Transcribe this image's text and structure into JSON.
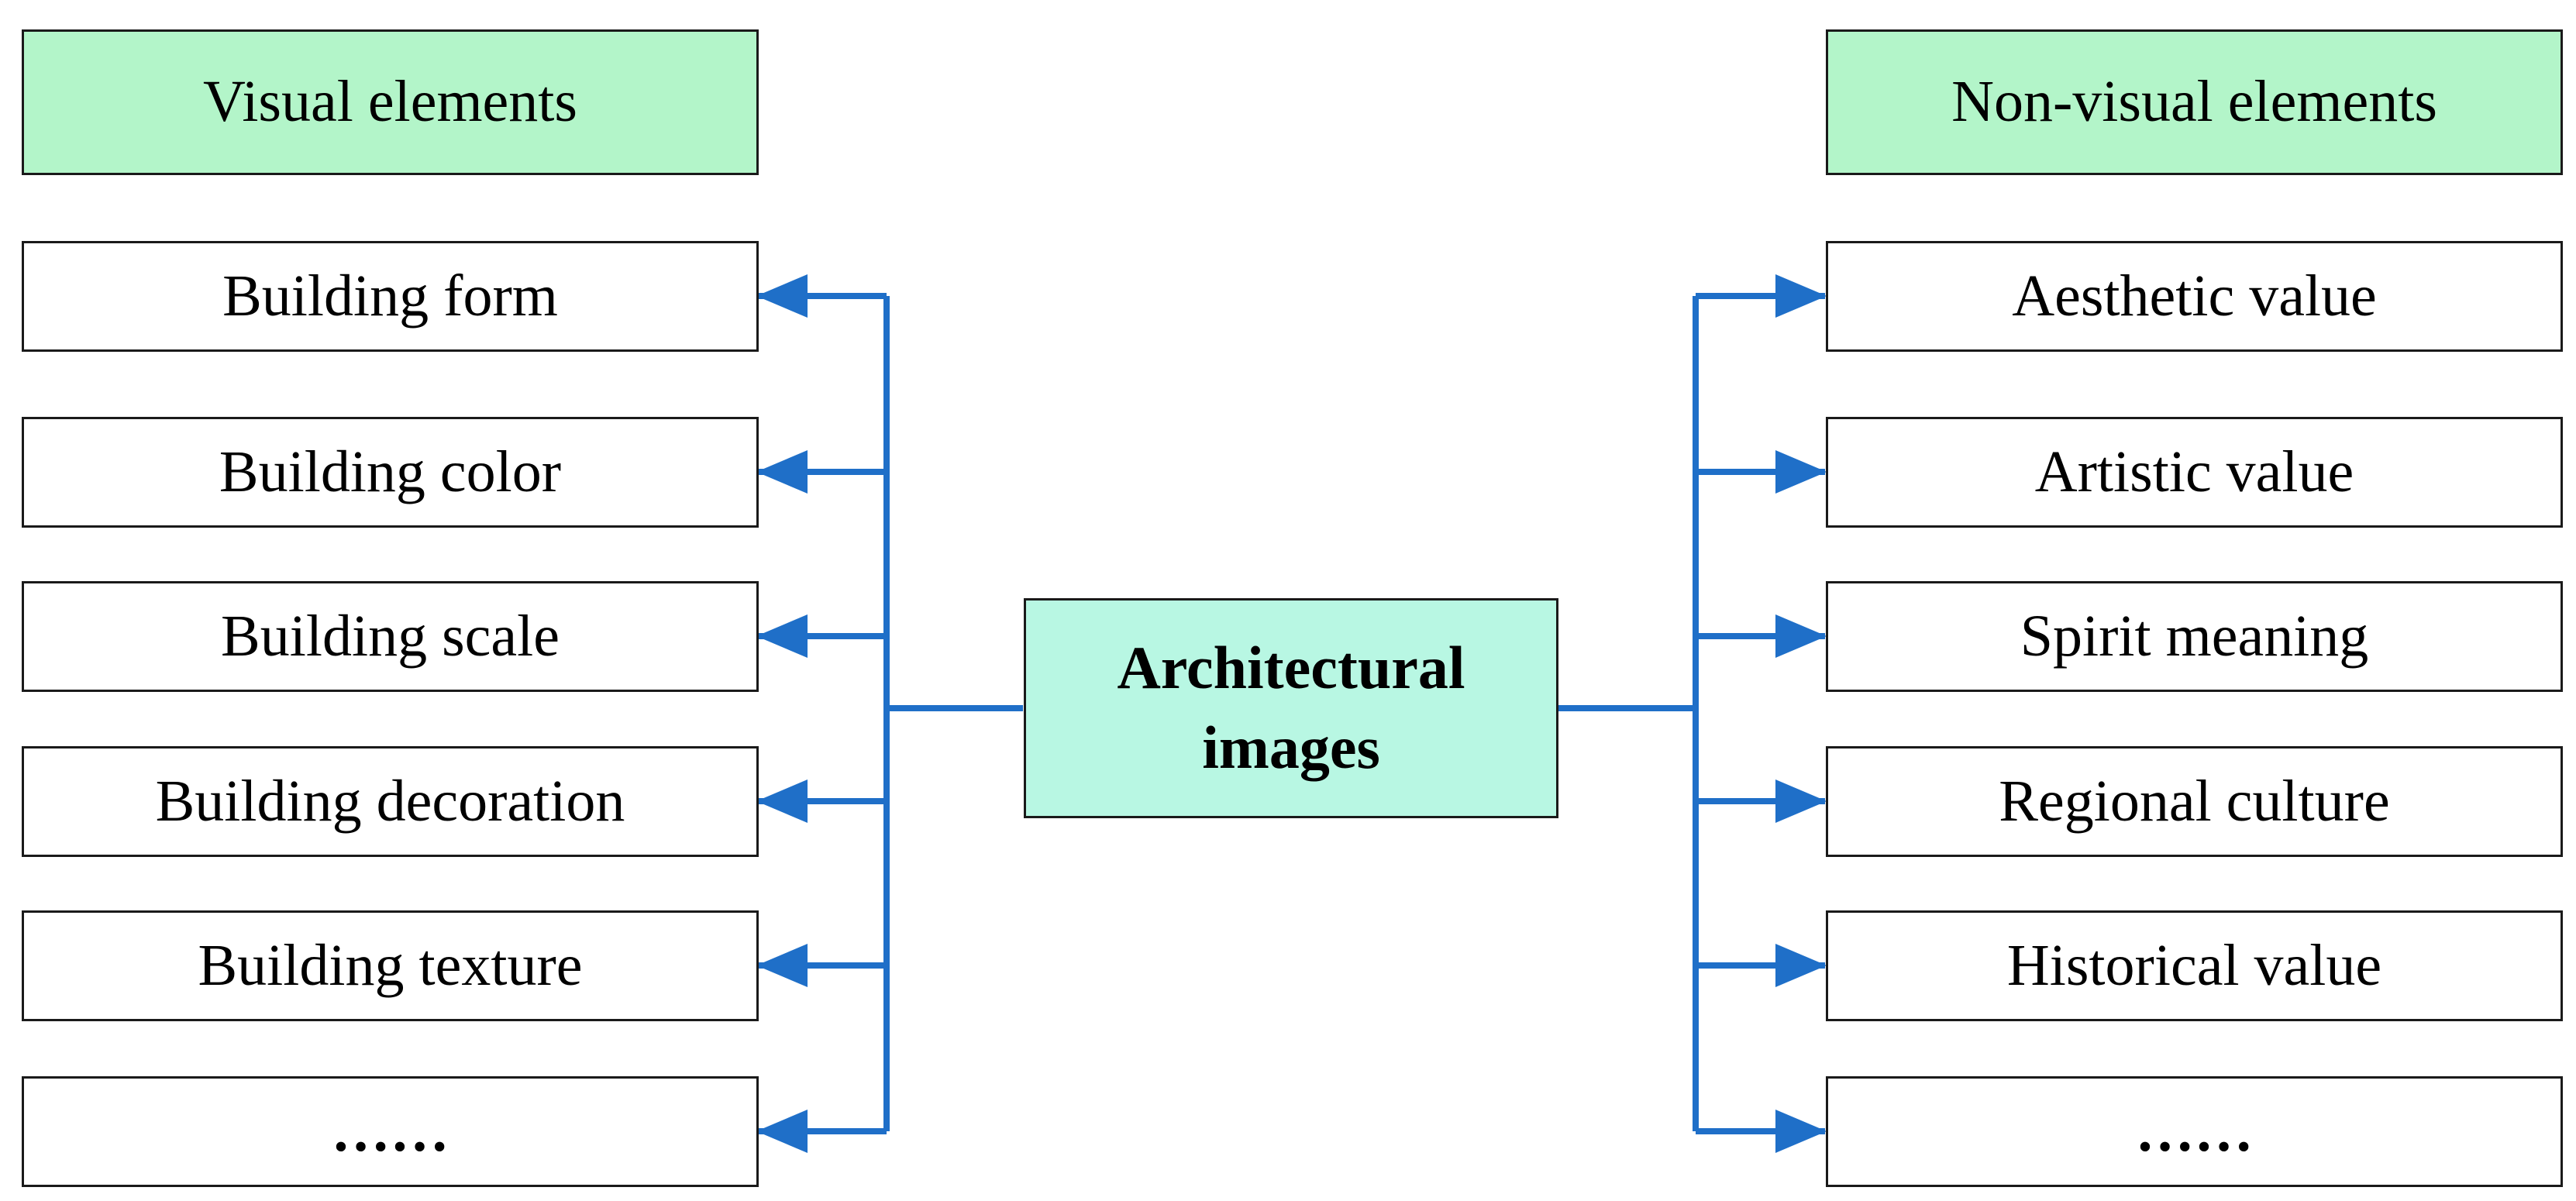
{
  "diagram": {
    "left_header": "Visual elements",
    "right_header": "Non-visual elements",
    "center_lines": [
      "Architectural",
      "images"
    ],
    "left_items": [
      "Building form",
      "Building color",
      "Building scale",
      "Building decoration",
      "Building texture",
      "……"
    ],
    "right_items": [
      "Aesthetic value",
      "Artistic value",
      "Spirit meaning",
      "Regional culture",
      "Historical value",
      "……"
    ],
    "colors": {
      "arrow": "#1f6fc8",
      "header_fill": "#b3f5c9",
      "center_fill": "#b8f7e3",
      "border": "#1a1a1a"
    }
  }
}
